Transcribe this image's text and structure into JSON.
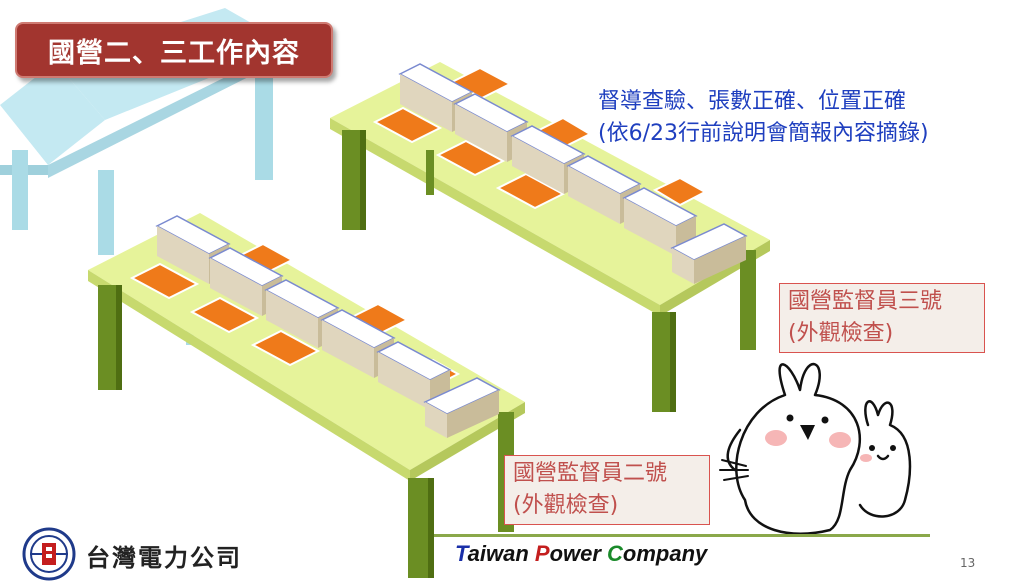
{
  "slide": {
    "title": "國營二、三工作內容",
    "note_line1": "督導查驗、張數正確、位置正確",
    "note_line2": "(依6/23行前說明會簡報內容摘錄)",
    "label_three_line1": "國營監督員三號",
    "label_three_line2": "(外觀檢查)",
    "label_two_line1": "國營監督員二號",
    "label_two_line2": "(外觀檢查)",
    "company_name": "台灣電力公司",
    "page_number": "13"
  },
  "brand": {
    "t": "T",
    "aiwan": "aiwan ",
    "p": "P",
    "ower": "ower ",
    "c": "C",
    "ompany": "ompany"
  },
  "colors": {
    "table_top": "#e6f39a",
    "table_leg": "#6b8e23",
    "back_table": "#b7e3ee",
    "paper_orange": "#ef7a1a",
    "title_bg": "#a2352f",
    "note_blue": "#1f3fbf",
    "label_red": "#c0504d"
  }
}
